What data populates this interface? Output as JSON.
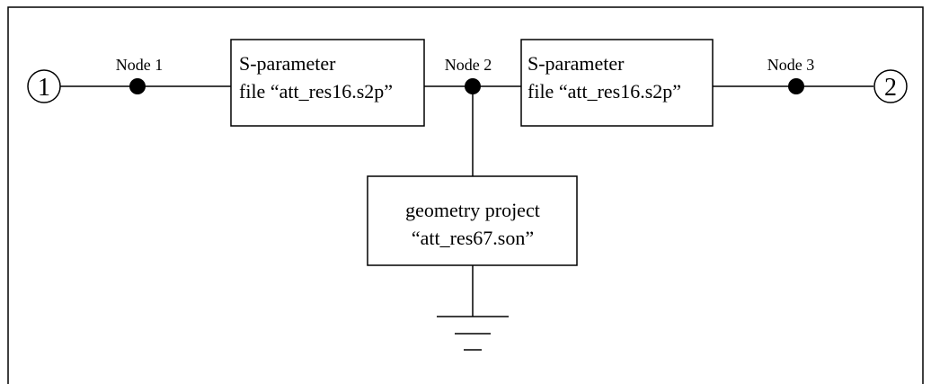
{
  "ports": [
    {
      "label": "1"
    },
    {
      "label": "2"
    }
  ],
  "nodes": [
    {
      "label": "Node 1"
    },
    {
      "label": "Node 2"
    },
    {
      "label": "Node 3"
    }
  ],
  "blocks": [
    {
      "line1": "S-parameter",
      "line2": "file “att_res16.s2p”"
    },
    {
      "line1": "S-parameter",
      "line2": "file “att_res16.s2p”"
    },
    {
      "line1": "geometry project",
      "line2": "“att_res67.son”"
    }
  ],
  "colors": {
    "stroke": "#000000",
    "background": "#ffffff"
  }
}
